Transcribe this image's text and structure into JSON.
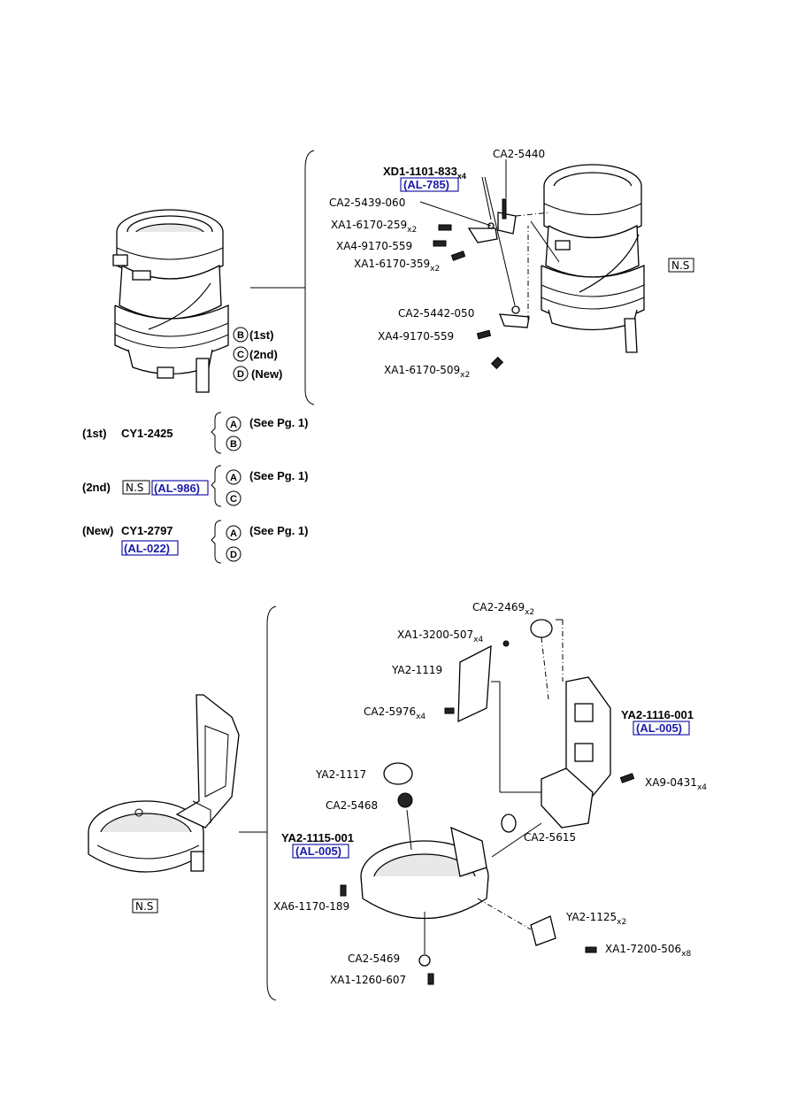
{
  "top": {
    "labels": {
      "xd1_1101_833": "XD1-1101-833",
      "xd1_qty": "x4",
      "al_785": "(AL-785)",
      "ca2_5440": "CA2-5440",
      "ca2_5439_060": "CA2-5439-060",
      "xa1_6170_259": "XA1-6170-259",
      "xa1_6170_259_qty": "x2",
      "xa4_9170_559_a": "XA4-9170-559",
      "xa1_6170_359": "XA1-6170-359",
      "xa1_6170_359_qty": "x2",
      "ca2_5442_050": "CA2-5442-050",
      "xa4_9170_559_b": "XA4-9170-559",
      "xa1_6170_509": "XA1-6170-509",
      "xa1_6170_509_qty": "x2",
      "ns": "N.S"
    },
    "variants": [
      {
        "letter": "B",
        "label": "(1st)"
      },
      {
        "letter": "C",
        "label": "(2nd)"
      },
      {
        "letter": "D",
        "label": "(New)"
      }
    ]
  },
  "table": [
    {
      "edition": "(1st)",
      "part": "CY1-2425",
      "ns": "",
      "ref": "",
      "items": [
        {
          "letter": "A",
          "text": "(See Pg. 1)"
        },
        {
          "letter": "B",
          "text": ""
        }
      ]
    },
    {
      "edition": "(2nd)",
      "part": "",
      "ns": "N.S",
      "ref": "(AL-986)",
      "items": [
        {
          "letter": "A",
          "text": "(See Pg. 1)"
        },
        {
          "letter": "C",
          "text": ""
        }
      ]
    },
    {
      "edition": "(New)",
      "part": "CY1-2797",
      "ns": "",
      "ref": "(AL-022)",
      "items": [
        {
          "letter": "A",
          "text": "(See Pg. 1)"
        },
        {
          "letter": "D",
          "text": ""
        }
      ]
    }
  ],
  "bottom": {
    "labels": {
      "ca2_2469": "CA2-2469",
      "ca2_2469_qty": "x2",
      "xa1_3200_507": "XA1-3200-507",
      "xa1_3200_507_qty": "x4",
      "ya2_1119": "YA2-1119",
      "ca2_5976": "CA2-5976",
      "ca2_5976_qty": "x4",
      "ya2_1116_001": "YA2-1116-001",
      "al_005_a": "(AL-005)",
      "ya2_1117": "YA2-1117",
      "xa9_0431": "XA9-0431",
      "xa9_0431_qty": "x4",
      "ca2_5468": "CA2-5468",
      "ya2_1115_001": "YA2-1115-001",
      "al_005_b": "(AL-005)",
      "ca2_5615": "CA2-5615",
      "xa6_1170_189": "XA6-1170-189",
      "ya2_1125": "YA2-1125",
      "ya2_1125_qty": "x2",
      "xa1_7200_506": "XA1-7200-506",
      "xa1_7200_506_qty": "x8",
      "ca2_5469": "CA2-5469",
      "xa1_1260_607": "XA1-1260-607",
      "ns": "N.S"
    }
  },
  "colors": {
    "reference_box": "#1a1aa8"
  }
}
